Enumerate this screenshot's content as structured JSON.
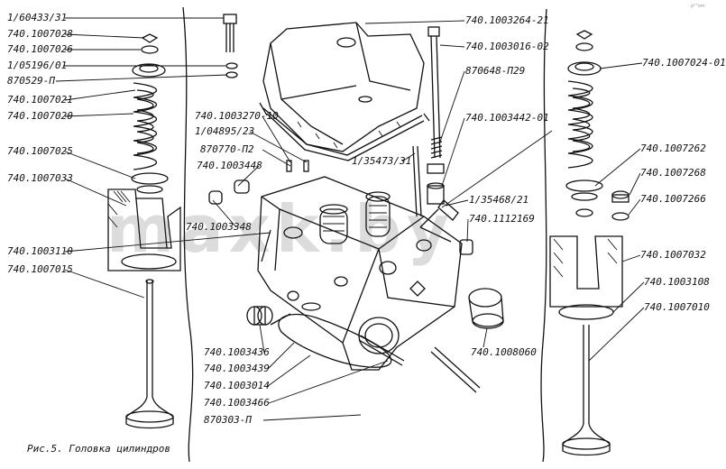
{
  "caption": "Рис.5. Головка цилиндров",
  "watermark": "maxk.by",
  "corner_mark": "p\"\"om",
  "labels": {
    "l01": "1/60433/31",
    "l02": "740.1007028",
    "l03": "740.1007026",
    "l04": "1/05196/01",
    "l05": "870529-П",
    "l06": "740.1007021",
    "l07": "740.1007020",
    "l08": "740.1007025",
    "l09": "740.1007033",
    "l10": "740.1003110",
    "l11": "740.1007015",
    "c01": "740.1003270-10",
    "c02": "1/04895/23",
    "c03": "870770-П2",
    "c04": "740.1003448",
    "c05": "740.1003348",
    "c06": "1/35473/31",
    "b01": "740.1003436",
    "b02": "740.1003439",
    "b03": "740.1003014",
    "b04": "740.1003466",
    "b05": "870303-П",
    "r01": "740.1003264-21",
    "r02": "740.1003016-02",
    "r03": "870648-П29",
    "r04": "740.1003442-01",
    "r05": "1/35468/21",
    "r06": "740.1112169",
    "r07": "740.1008060",
    "f01": "740.1007024-01",
    "f02": "740.1007262",
    "f03": "740.1007268",
    "f04": "740.1007266",
    "f05": "740.1007032",
    "f06": "740.1003108",
    "f07": "740.1007010"
  }
}
